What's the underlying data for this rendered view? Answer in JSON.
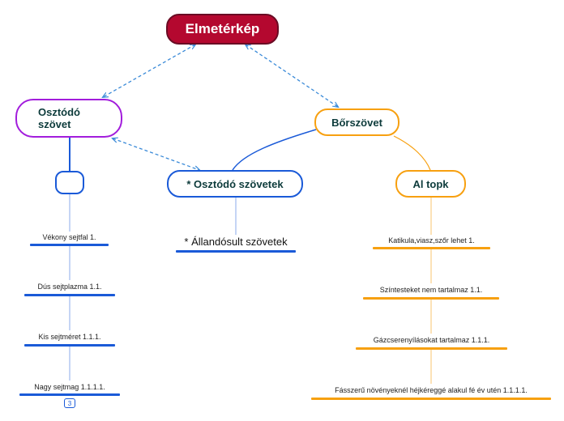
{
  "root": {
    "label": "Elmetérkép"
  },
  "branches": {
    "osztodo": {
      "line1": "Osztódó",
      "line2": "szövet"
    },
    "borszovet": {
      "label": "Bőrszövet"
    }
  },
  "subnodes": {
    "empty": {
      "label": ""
    },
    "osztodo_szovetek": {
      "label": "* Osztódó szövetek"
    },
    "al_topk": {
      "label": "Al topk"
    }
  },
  "leaves": {
    "left": [
      "Vékony sejtfal 1.",
      "Dús sejtplazma 1.1.",
      "Kis sejtméret 1.1.1.",
      "Nagy sejtmag 1.1.1.1."
    ],
    "middle": "* Állandósult szövetek",
    "right": [
      "Katikula,viasz,szőr lehet 1.",
      "Színtesteket nem tartalmaz 1.1.",
      "Gázcserenyílásokat tartalmaz 1.1.1.",
      "Fásszerű növényeknél héjkéreggé alakul fé év utén 1.1.1.1."
    ]
  },
  "badge": {
    "count": "3"
  },
  "colors": {
    "root": "#b4082f",
    "purple": "#a21ddc",
    "orange": "#f7a010",
    "blue": "#1a5ad8",
    "dashed": "#3a8ad8"
  }
}
